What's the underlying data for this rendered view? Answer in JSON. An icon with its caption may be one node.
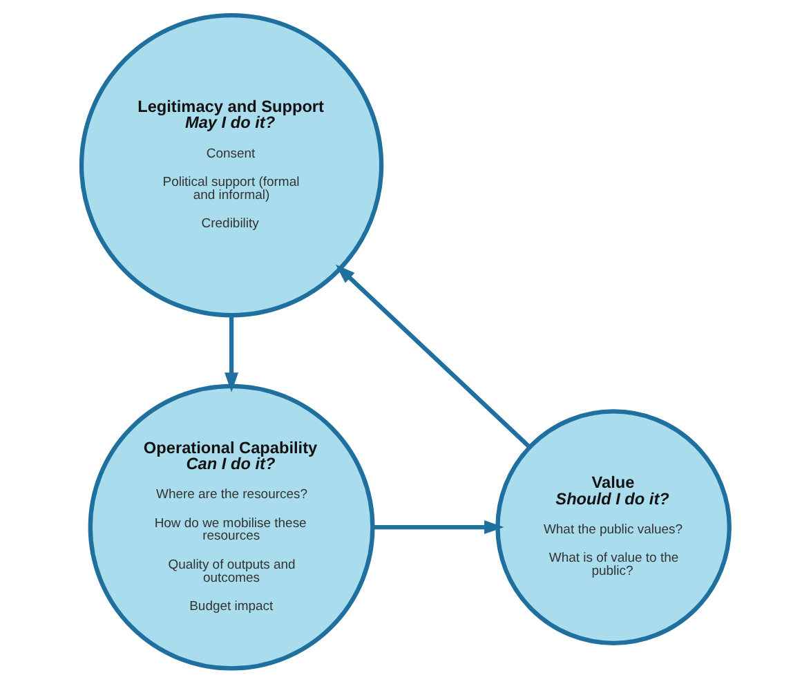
{
  "diagram": {
    "nodes": [
      {
        "text": [
          "Legitimacy and Support",
          "May I do it?",
          "Consent",
          "Political support (formal and informal)",
          "Credibility"
        ]
      },
      {
        "text": [
          "Operational Capability",
          "Can I do it?",
          "Where are the resources?",
          "How do we mobilise these resources",
          "Quality of outputs and outcomes",
          "Budget impact"
        ]
      },
      {
        "text": [
          "Value",
          "Should I do it?",
          "What the public values?",
          "What is of value to the public?"
        ]
      }
    ],
    "edges": [
      {
        "from": 0,
        "to": 1,
        "arrow": "to"
      },
      {
        "from": 1,
        "to": 2,
        "arrow": "to"
      },
      {
        "from": 2,
        "to": 0,
        "arrow": "to"
      }
    ]
  }
}
